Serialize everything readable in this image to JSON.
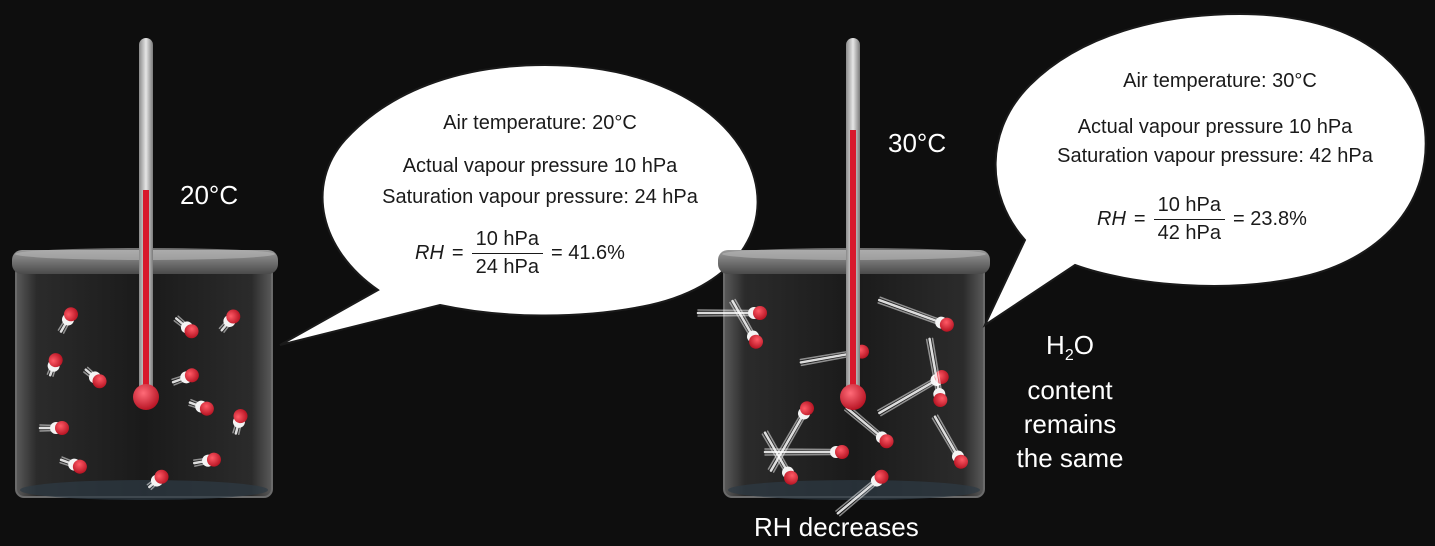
{
  "left": {
    "thermometer_label": "20°C",
    "bubble": {
      "line1": "Air temperature: 20°C",
      "line2": "Actual vapour pressure 10 hPa",
      "line3": "Saturation vapour pressure: 24 hPa",
      "eq_var": "RH",
      "eq_equals": "=",
      "eq_num": "10 hPa",
      "eq_den": "24 hPa",
      "eq_result": "= 41.6%"
    }
  },
  "right": {
    "thermometer_label": "30°C",
    "bubble": {
      "line1": "Air temperature: 30°C",
      "line2": "Actual vapour pressure 10 hPa",
      "line3": "Saturation vapour pressure: 42 hPa",
      "eq_var": "RH",
      "eq_equals": "=",
      "eq_num": "10 hPa",
      "eq_den": "42 hPa",
      "eq_result": "= 23.8%"
    },
    "side_note": {
      "h2o_main": "H",
      "h2o_sub": "2",
      "h2o_tail": "O",
      "line2": "content",
      "line3": "remains",
      "line4": "the same"
    },
    "caption": "RH decreases"
  },
  "colors": {
    "background": "#0e0e0e",
    "thermometer_red": "#d8182b",
    "bubble_fill": "#ffffff"
  }
}
